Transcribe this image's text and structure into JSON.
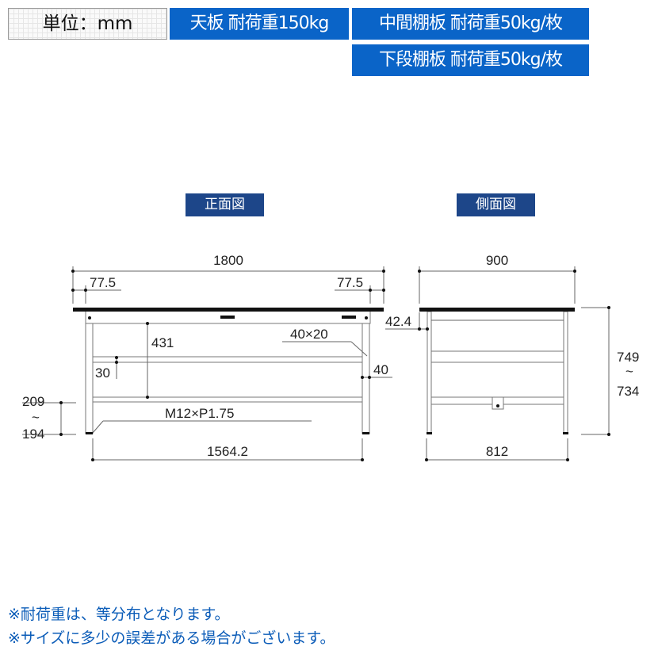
{
  "unit_label": "単位：mm",
  "badges": {
    "top_plate": "天板 耐荷重150kg",
    "middle_shelf": "中間棚板 耐荷重50kg/枚",
    "bottom_shelf": "下段棚板 耐荷重50kg/枚"
  },
  "front_view": {
    "title": "正面図",
    "width_total": "1800",
    "overhang_left": "77.5",
    "overhang_right": "77.5",
    "shelf_height": "431",
    "shelf_thickness": "30",
    "pipe_size": "40×20",
    "leg_width": "40",
    "adjuster_high": "209",
    "adjuster_tilde": "~",
    "adjuster_low": "194",
    "bolt": "M12×P1.75",
    "inner_width": "1564.2"
  },
  "side_view": {
    "title": "側面図",
    "depth_total": "900",
    "apron": "42.4",
    "height_max": "749",
    "height_tilde": "~",
    "height_min": "734",
    "inner_depth": "812"
  },
  "notes": [
    "※耐荷重は、等分布となります。",
    "※サイズに多少の誤差がある場合がございます。"
  ],
  "colors": {
    "badge": "#0a64c8",
    "view_title": "#1d4689",
    "note": "#0b5cb8"
  }
}
